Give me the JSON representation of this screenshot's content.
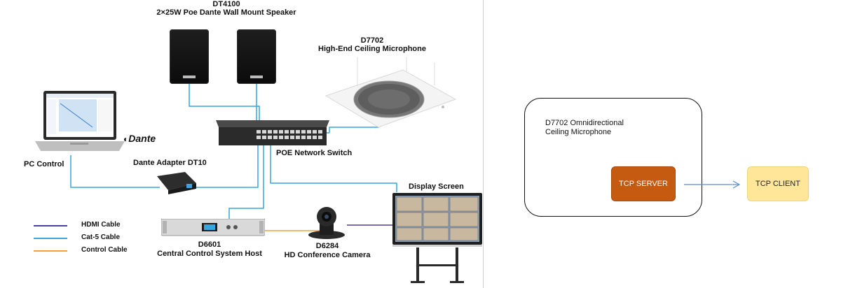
{
  "diagram": {
    "speaker": {
      "model": "DT4100",
      "description": "2×25W Poe Dante Wall Mount Speaker"
    },
    "microphone": {
      "model": "D7702",
      "description": "High-End Ceiling Microphone"
    },
    "dante_logo": "Dante",
    "pc_control": "PC Control",
    "dante_adapter": "Dante Adapter DT10",
    "poe_switch": "POE Network Switch",
    "display_screen": "Display Screen",
    "host": {
      "model": "D6601",
      "description": "Central Control System Host"
    },
    "camera": {
      "model": "D6284",
      "description": "HD Conference Camera"
    },
    "legend": [
      {
        "label": "HDMI Cable",
        "color": "#4b3f9e"
      },
      {
        "label": "Cat-5 Cable",
        "color": "#3aa5dc"
      },
      {
        "label": "Control Cable",
        "color": "#f0a13a"
      }
    ]
  },
  "right_panel": {
    "box_label": "D7702 Omnidirectional\nCeiling Microphone",
    "tcp_server": "TCP SERVER",
    "tcp_client": "TCP CLIENT",
    "server_color": "#c55a11",
    "client_color": "#ffe699"
  }
}
